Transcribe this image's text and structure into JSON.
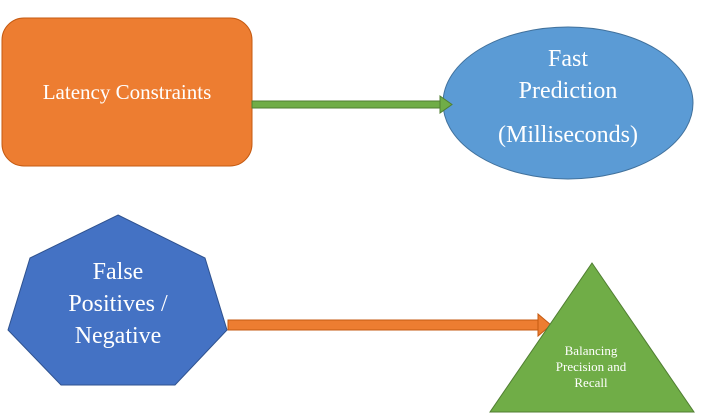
{
  "diagram": {
    "nodes": {
      "latency": {
        "label": "Latency Constraints",
        "shape": "rounded-rectangle",
        "color": "#ED7D31"
      },
      "fast": {
        "label_lines": [
          "Fast",
          "Prediction",
          "(Milliseconds)"
        ],
        "shape": "ellipse",
        "color": "#5B9BD5"
      },
      "false_pos": {
        "label_lines": [
          "False",
          "Positives /",
          "Negative"
        ],
        "shape": "heptagon",
        "color": "#4472C4"
      },
      "balance": {
        "label_lines": [
          "Balancing",
          "Precision and",
          "Recall"
        ],
        "shape": "triangle",
        "color": "#70AD47"
      }
    },
    "edges": [
      {
        "from": "latency",
        "to": "fast",
        "color": "#70AD47"
      },
      {
        "from": "false_pos",
        "to": "balance",
        "color": "#ED7D31"
      }
    ]
  }
}
